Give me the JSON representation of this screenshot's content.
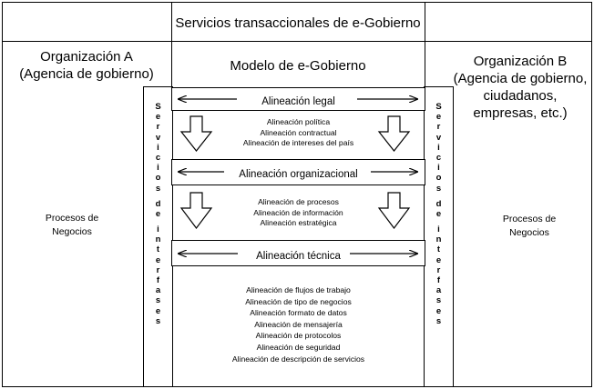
{
  "header": {
    "title": "Servicios transaccionales de e-Gobierno"
  },
  "org_a": {
    "title": "Organización A\n(Agencia de gobierno)",
    "process": "Procesos de\nNegocios"
  },
  "org_b": {
    "title": "Organización B\n(Agencia de gobierno,\nciudadanos,\nempresas, etc.)",
    "process": "Procesos de\nNegocios"
  },
  "model": {
    "title": "Modelo de e-Gobierno",
    "legal_alignment": "Alineación legal",
    "legal_details": [
      "Alineación política",
      "Alineación contractual",
      "Alineación de intereses del país"
    ],
    "org_alignment": "Alineación organizacional",
    "org_details": [
      "Alineación de procesos",
      "Alineación de información",
      "Alineación estratégica"
    ],
    "tech_alignment": "Alineación técnica",
    "tech_details": [
      "Alineación de flujos de trabajo",
      "Alineación de tipo de negocios",
      "Alineación formato de datos",
      "Alineación de mensajería",
      "Alineación de protocolos",
      "Alineación de seguridad",
      "Alineación de descripción de servicios"
    ]
  },
  "interfaces_label_words": [
    "Servicios",
    "de",
    "interfases"
  ]
}
